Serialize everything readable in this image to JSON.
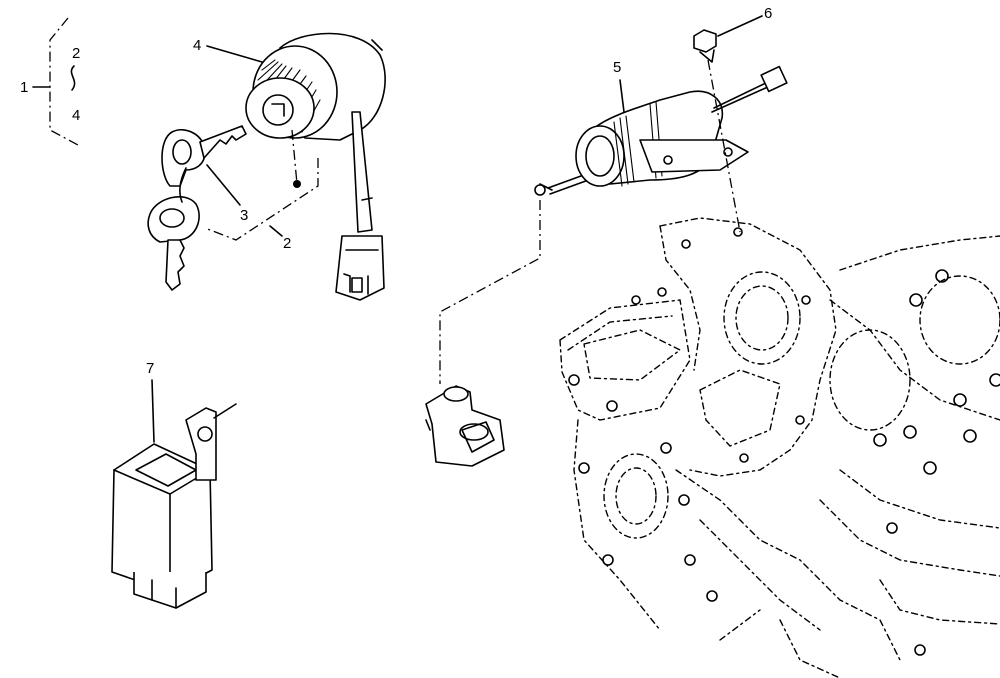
{
  "diagram": {
    "callouts": {
      "c1": "1",
      "c2a": "2",
      "c2b": "2",
      "c3": "3",
      "c4a": "4",
      "c4b": "4",
      "c5": "5",
      "c6": "6",
      "c7": "7"
    },
    "bracket_symbol": "~"
  }
}
